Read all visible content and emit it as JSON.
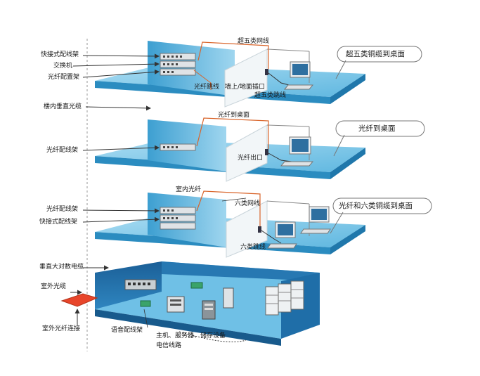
{
  "left_labels": {
    "quick_patch_panel_top": "快接式配线架",
    "switch": "交换机",
    "fiber_distribution_frame_top": "光纤配置架",
    "building_vertical_fiber": "楼内垂直光缆",
    "fiber_patch_panel_2": "光纤配线架",
    "fiber_patch_panel_3": "光纤配线架",
    "quick_patch_panel_3": "快接式配线架",
    "vertical_multipair_cable": "垂直大对数电缆",
    "outdoor_fiber_cable": "室外光缆",
    "outdoor_fiber_connection": "室外光纤连接"
  },
  "floor1": {
    "cat5_network_cable": "超五类网线",
    "fiber_jumper": "光纤跳线",
    "wall_floor_outlet": "墙上/地面插口",
    "cat5_jumper": "超五类跳线",
    "callout": "超五类铜缆到桌面"
  },
  "floor2": {
    "fiber_to_desktop_label": "光纤到桌面",
    "fiber_outlet": "光纤出口",
    "callout": "光纤到桌面"
  },
  "floor3": {
    "indoor_fiber": "室内光纤",
    "cat6_network_cable": "六类网线",
    "cat6_jumper": "六类跳线",
    "callout": "光纤和六类铜缆到桌面"
  },
  "equipment_room": {
    "voice_patch_panel": "语音配线架",
    "host_server_storage": "主机、服务器、储存设备",
    "telecom_line": "电信线路"
  },
  "colors": {
    "floor_top": "#6ec3e6",
    "floor_side": "#2f8fc2",
    "wall": "#5ab4dc",
    "room_wall": "#1f6ea8",
    "cable_orange": "#d9652b",
    "arrow": "#333333",
    "outdoor_pad": "#e8452a"
  }
}
